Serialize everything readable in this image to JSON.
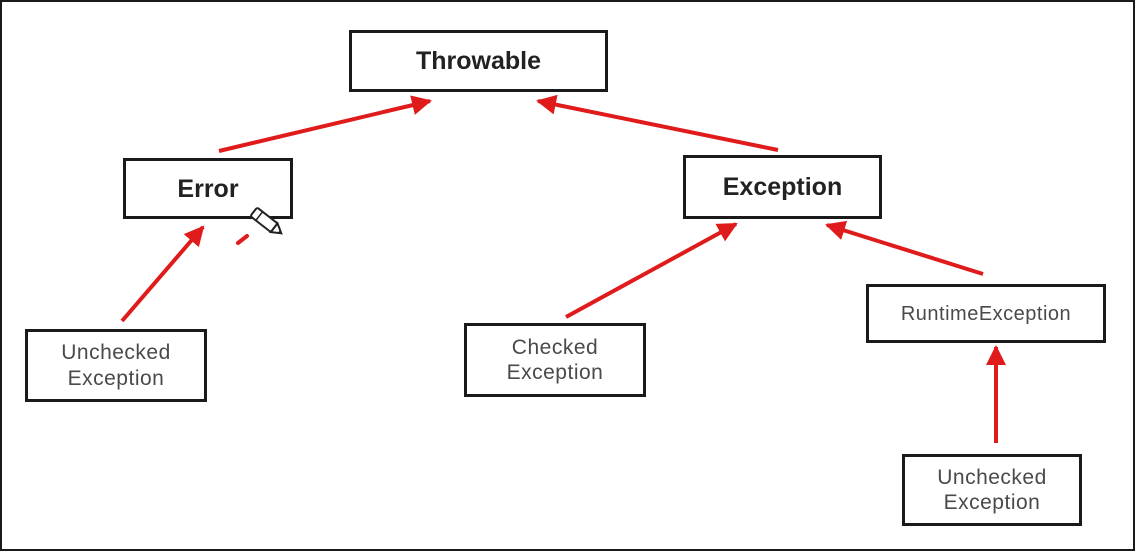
{
  "diagram": {
    "nodes": {
      "throwable": {
        "label": "Throwable"
      },
      "error": {
        "label": "Error"
      },
      "exception": {
        "label": "Exception"
      },
      "unchecked_left": {
        "line1": "Unchecked",
        "line2": "Exception"
      },
      "checked": {
        "line1": "Checked",
        "line2": "Exception"
      },
      "runtime": {
        "label": "RuntimeException"
      },
      "unchecked_right": {
        "line1": "Unchecked",
        "line2": "Exception"
      }
    },
    "edges": [
      {
        "from": "error",
        "to": "throwable"
      },
      {
        "from": "exception",
        "to": "throwable"
      },
      {
        "from": "unchecked_left",
        "to": "error"
      },
      {
        "from": "checked",
        "to": "exception"
      },
      {
        "from": "runtime",
        "to": "exception"
      },
      {
        "from": "unchecked_right",
        "to": "runtime"
      }
    ],
    "colors": {
      "arrow": "#e01b1b",
      "box_border": "#1a1a1a",
      "background": "#ffffff"
    },
    "cursor_icon": "pencil-cursor-icon"
  }
}
